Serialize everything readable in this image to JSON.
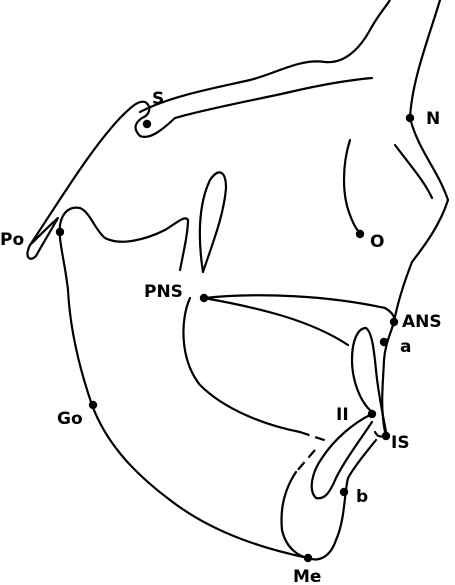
{
  "diagram": {
    "landmarks": [
      {
        "key": "S",
        "label": "S"
      },
      {
        "key": "N",
        "label": "N"
      },
      {
        "key": "Po",
        "label": "Po"
      },
      {
        "key": "O",
        "label": "O"
      },
      {
        "key": "PNS",
        "label": "PNS"
      },
      {
        "key": "ANS",
        "label": "ANS"
      },
      {
        "key": "a",
        "label": "a"
      },
      {
        "key": "II",
        "label": "II"
      },
      {
        "key": "IS",
        "label": "IS"
      },
      {
        "key": "Go",
        "label": "Go"
      },
      {
        "key": "b",
        "label": "b"
      },
      {
        "key": "Me",
        "label": "Me"
      }
    ]
  }
}
